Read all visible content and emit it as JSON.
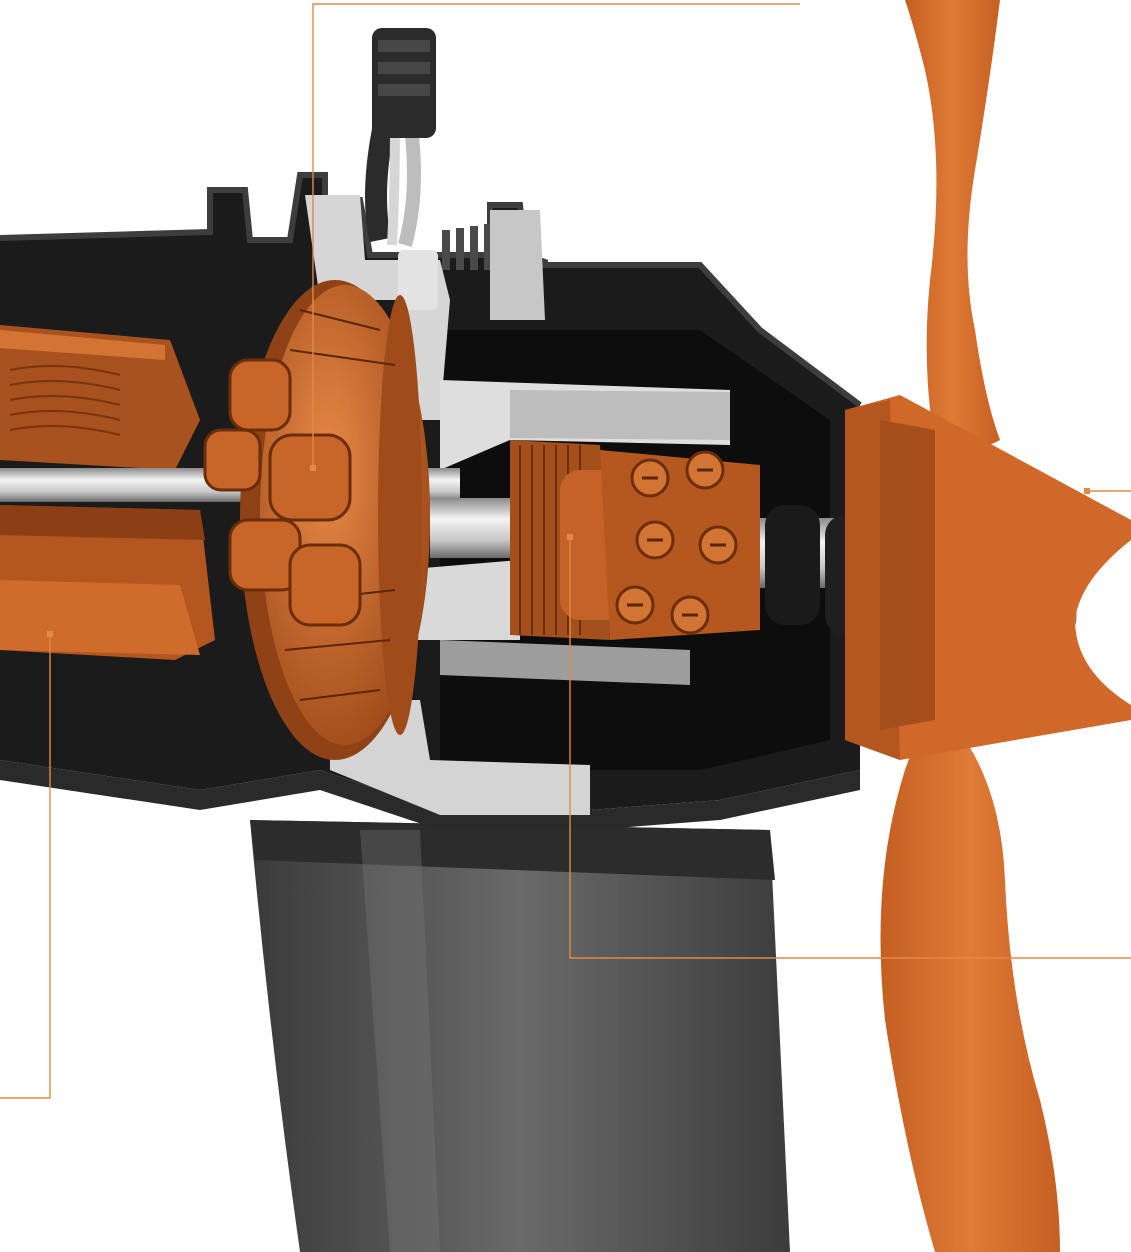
{
  "diagram": {
    "subject": "",
    "colors": {
      "accent": "#d4692a",
      "accent_dark": "#8e3f14",
      "accent_light": "#ec8c4e",
      "housing": "#1c1c1c",
      "housing_edge": "#3a3a3a",
      "fin": "#4a4a4a",
      "fin_light": "#6b6b6b",
      "metal": "#d9d9d9",
      "metal_dark": "#9a9a9a",
      "callout_line": "#e08a45",
      "background": "#ffffff"
    },
    "callouts": [
      {
        "id": "stator",
        "text": ""
      },
      {
        "id": "electronics",
        "text": ""
      },
      {
        "id": "gearbox",
        "text": ""
      },
      {
        "id": "propeller",
        "text": ""
      }
    ]
  }
}
